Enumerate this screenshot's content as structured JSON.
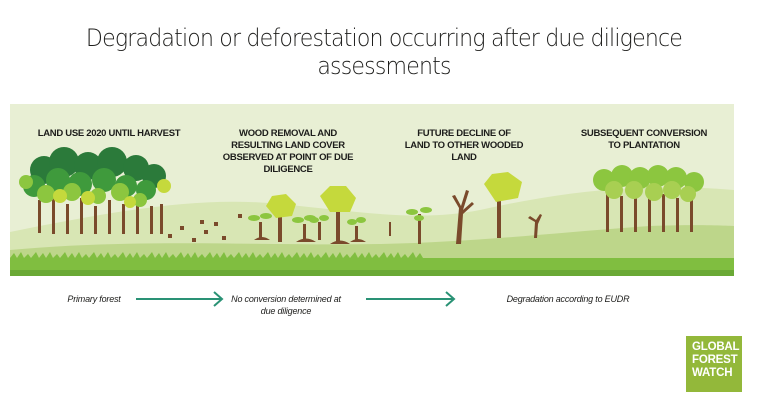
{
  "title": "Degradation or deforestation occurring after due diligence assessments",
  "stages": [
    {
      "label": "LAND USE 2020 UNTIL HARVEST"
    },
    {
      "label": "WOOD REMOVAL AND RESULTING LAND COVER OBSERVED AT POINT OF DUE DILIGENCE"
    },
    {
      "label": "FUTURE DECLINE OF LAND TO OTHER WOODED LAND"
    },
    {
      "label": "SUBSEQUENT CONVERSION TO PLANTATION"
    }
  ],
  "flow": [
    {
      "label": "Primary forest"
    },
    {
      "label": "No conversion determined at due diligence"
    },
    {
      "label": "Degradation according to EUDR"
    }
  ],
  "logo": {
    "line1": "GLOBAL",
    "line2": "FOREST",
    "line3": "WATCH"
  },
  "colors": {
    "panel": "#e8efd4",
    "hill_light": "#d3e2a9",
    "hill_mid": "#b6d17d",
    "grass": "#7fbc3f",
    "trunk": "#7a4a2b",
    "arrow": "#2a9275",
    "forest_dark": "#2b7a3a",
    "forest_mid": "#57a83b",
    "lime": "#c5d93c",
    "logo": "#93b83a"
  }
}
